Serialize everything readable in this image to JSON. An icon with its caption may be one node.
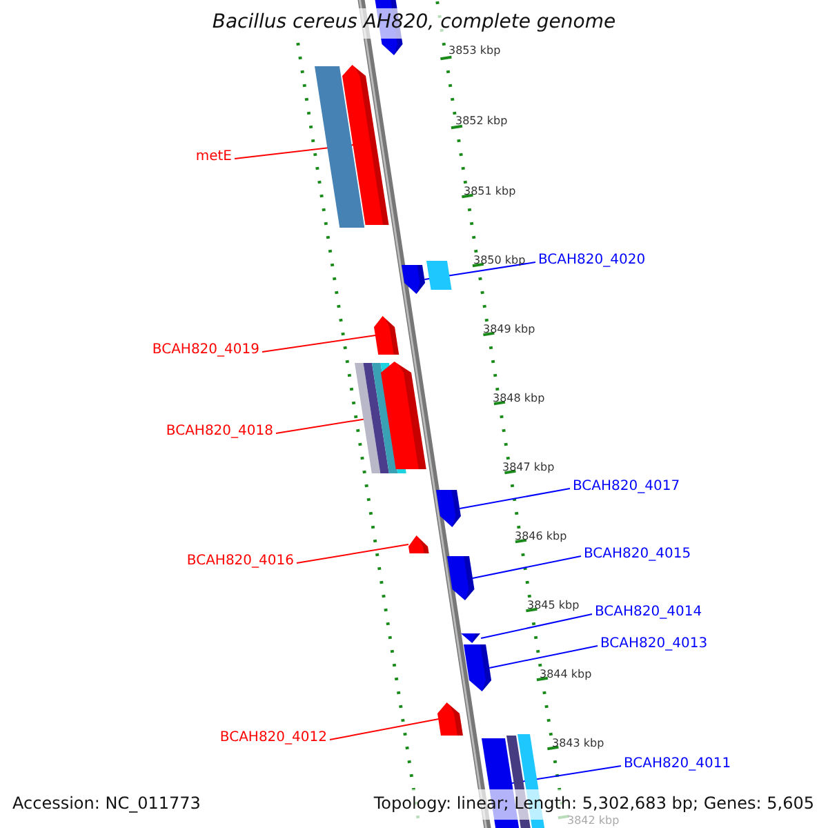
{
  "diagram": {
    "title": "Bacillus cereus AH820, complete genome",
    "nodes": [
      {
        "text": [],
        "shape": "pentagon"
      },
      {
        "text": [],
        "shape": "bar"
      },
      {
        "text": [],
        "shape": "pentagon"
      },
      {
        "text": [
          "metE"
        ]
      },
      {
        "text": [
          "BCAH820_4020"
        ]
      },
      {
        "text": [],
        "shape": "pentagon"
      },
      {
        "text": [],
        "shape": "bar"
      },
      {
        "text": [],
        "shape": "pentagon"
      },
      {
        "text": [
          "BCAH820_4019"
        ]
      },
      {
        "text": [],
        "shape": "bar"
      },
      {
        "text": [],
        "shape": "pentagon"
      },
      {
        "text": [
          "BCAH820_4018"
        ]
      },
      {
        "text": [
          "BCAH820_4017"
        ]
      },
      {
        "text": [],
        "shape": "pentagon"
      },
      {
        "text": [],
        "shape": "pentagon"
      },
      {
        "text": [
          "BCAH820_4016"
        ]
      },
      {
        "text": [],
        "shape": "pentagon"
      },
      {
        "text": [
          "BCAH820_4015"
        ]
      },
      {
        "text": [
          "BCAH820_4014"
        ]
      },
      {
        "text": [],
        "shape": "pentagon"
      },
      {
        "text": [],
        "shape": "pentagon"
      },
      {
        "text": [
          "BCAH820_4013"
        ]
      },
      {
        "text": [],
        "shape": "pentagon"
      },
      {
        "text": [
          "BCAH820_4012"
        ]
      },
      {
        "text": [],
        "shape": "bar"
      },
      {
        "text": [],
        "shape": "bar"
      },
      {
        "text": [],
        "shape": "bar"
      },
      {
        "text": [
          "BCAH820_4011"
        ]
      }
    ],
    "edges": [
      {
        "from": 3,
        "to": 2,
        "arrow": "none",
        "color": "#ff0000"
      },
      {
        "from": 4,
        "to": 5,
        "arrow": "none"
      },
      {
        "from": 8,
        "to": 7,
        "arrow": "none",
        "color": "#ff0000"
      },
      {
        "from": 11,
        "to": 10,
        "arrow": "none",
        "color": "#ff0000"
      },
      {
        "from": 12,
        "to": 13,
        "arrow": "none"
      },
      {
        "from": 15,
        "to": 14,
        "arrow": "none",
        "color": "#ff0000"
      },
      {
        "from": 17,
        "to": 16,
        "arrow": "none"
      },
      {
        "from": 18,
        "to": 19,
        "arrow": "none"
      },
      {
        "from": 21,
        "to": 20,
        "arrow": "none"
      },
      {
        "from": 23,
        "to": 22,
        "arrow": "none",
        "color": "#ff0000"
      },
      {
        "from": 27,
        "to": 24,
        "arrow": "none"
      }
    ],
    "labels": [
      "3853 kbp",
      "3852 kbp",
      "3851 kbp",
      "3850 kbp",
      "3849 kbp",
      "3848 kbp",
      "3847 kbp",
      "3846 kbp",
      "3845 kbp",
      "3844 kbp",
      "3843 kbp",
      "3842 kbp",
      "Accession: NC_011773",
      "Topology: linear; Length: 5,302,683 bp; Genes: 5,605"
    ]
  }
}
